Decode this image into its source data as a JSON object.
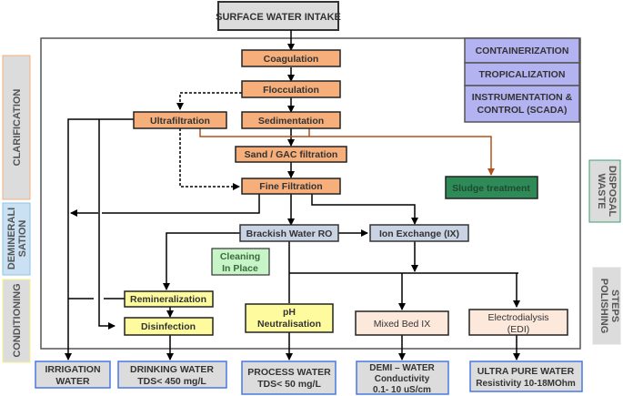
{
  "intake": {
    "label": "SURFACE WATER INTAKE"
  },
  "features": [
    {
      "label": "CONTAINERIZATION"
    },
    {
      "label": "TROPICALIZATION"
    },
    {
      "label_line1": "INSTRUMENTATION &",
      "label_line2": "CONTROL (SCADA)"
    }
  ],
  "side_labels": {
    "clarification": "CLARIFICATION",
    "demineralisation_line1": "DEMINERALI",
    "demineralisation_line2": "SATION",
    "conditioning": "CONDITIONING",
    "waste_line1": "WASTE",
    "waste_line2": "DISPOSAL",
    "polishing_line1": "POLISHING",
    "polishing_line2": "STEPS"
  },
  "clarification_steps": {
    "coagulation": "Coagulation",
    "flocculation": "Flocculation",
    "ultrafiltration": "Ultrafiltration",
    "sedimentation": "Sedimentation",
    "sand_gac": "Sand  / GAC filtration",
    "fine_filtration": "Fine Filtration"
  },
  "sludge": {
    "label": "Sludge treatment"
  },
  "demin_steps": {
    "ro": "Brackish Water RO",
    "ix": "Ion Exchange (IX)",
    "cip_line1": "Cleaning",
    "cip_line2": "In Place"
  },
  "conditioning_steps": {
    "remineralization": "Remineralization",
    "disinfection": "Disinfection",
    "ph_line1": "pH",
    "ph_line2": "Neutralisation"
  },
  "polishing_steps": {
    "mixed_bed": "Mixed Bed IX",
    "edi_line1": "Electrodialysis",
    "edi_line2": "(EDI)"
  },
  "outputs": [
    {
      "line1": "IRRIGATION",
      "line2": "WATER"
    },
    {
      "line1": "DRINKING WATER",
      "line2": "TDS< 450 mg/L"
    },
    {
      "line1": "PROCESS WATER",
      "line2": "TDS< 50 mg/L"
    },
    {
      "line1": "DEMI – WATER",
      "line2": "Conductivity",
      "line3": "0.1- 10 uS/cm"
    },
    {
      "line1": "ULTRA PURE WATER",
      "line2": "Resistivity 10-18MOhm"
    }
  ],
  "colors": {
    "orange": "#f6ae7a",
    "purple": "#b3b3f2",
    "steel": "#c9d3e3",
    "yellow": "#fdfb9e",
    "peach": "#fde8dc",
    "green_dark": "#2e8b57",
    "green_light": "#c8f5c8",
    "gray": "#dcdcdc",
    "sludge_line": "#b5501a",
    "output_border": "#4a78e0"
  }
}
